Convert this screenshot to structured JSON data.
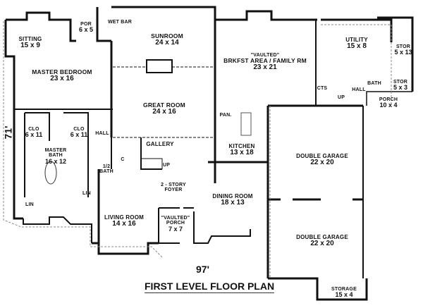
{
  "title": "FIRST LEVEL FLOOR PLAN",
  "dimensions": {
    "width": "97'",
    "depth": "71'"
  },
  "rooms": [
    {
      "id": "sitting",
      "name": "SITTING",
      "size": "15 x 9"
    },
    {
      "id": "por",
      "name": "POR",
      "size": "6 x 5"
    },
    {
      "id": "wet-bar",
      "name": "WET BAR",
      "size": ""
    },
    {
      "id": "sunroom",
      "name": "SUNROOM",
      "size": "24 x 14"
    },
    {
      "id": "family",
      "name": "BRKFST AREA / FAMILY RM",
      "note": "\"VAULTED\"",
      "size": "23 x 21"
    },
    {
      "id": "utility",
      "name": "UTILITY",
      "size": "15 x 8"
    },
    {
      "id": "stor1",
      "name": "STOR",
      "size": "5 x 13"
    },
    {
      "id": "stor2",
      "name": "STOR",
      "size": "5 x 3"
    },
    {
      "id": "master-bedroom",
      "name": "MASTER BEDROOM",
      "size": "23 x 16"
    },
    {
      "id": "great-room",
      "name": "GREAT ROOM",
      "size": "24 x 16"
    },
    {
      "id": "kitchen",
      "name": "KITCHEN",
      "size": "13 x 18"
    },
    {
      "id": "pantry",
      "name": "PAN.",
      "size": ""
    },
    {
      "id": "cts",
      "name": "CTS",
      "size": ""
    },
    {
      "id": "bath",
      "name": "BATH",
      "size": ""
    },
    {
      "id": "hall-right",
      "name": "HALL",
      "size": ""
    },
    {
      "id": "porch-back",
      "name": "PORCH",
      "size": "10 x 4"
    },
    {
      "id": "up-back",
      "name": "UP",
      "size": ""
    },
    {
      "id": "clo1",
      "name": "CLO",
      "size": "6 x 11"
    },
    {
      "id": "clo2",
      "name": "CLO",
      "size": "6 x 11"
    },
    {
      "id": "master-bath",
      "name": "MASTER BATH",
      "size": "16 x 12"
    },
    {
      "id": "hall-left",
      "name": "HALL",
      "size": ""
    },
    {
      "id": "gallery",
      "name": "GALLERY",
      "size": ""
    },
    {
      "id": "half-bath",
      "name": "1/2 BATH",
      "size": ""
    },
    {
      "id": "coat",
      "name": "C",
      "size": ""
    },
    {
      "id": "up-front",
      "name": "UP",
      "size": ""
    },
    {
      "id": "foyer",
      "name": "2 - STORY FOYER",
      "size": ""
    },
    {
      "id": "lin1",
      "name": "LIN",
      "size": ""
    },
    {
      "id": "lin2",
      "name": "LIN",
      "size": ""
    },
    {
      "id": "living-room",
      "name": "LIVING ROOM",
      "size": "14 x 16"
    },
    {
      "id": "porch-front",
      "name": "PORCH",
      "note": "\"VAULTED\"",
      "size": "7 x 7"
    },
    {
      "id": "dining-room",
      "name": "DINING ROOM",
      "size": "18 x 13"
    },
    {
      "id": "garage1",
      "name": "DOUBLE GARAGE",
      "size": "22 x 20"
    },
    {
      "id": "garage2",
      "name": "DOUBLE GARAGE",
      "size": "22 x 20"
    },
    {
      "id": "storage",
      "name": "STORAGE",
      "size": "15 x 4"
    }
  ]
}
